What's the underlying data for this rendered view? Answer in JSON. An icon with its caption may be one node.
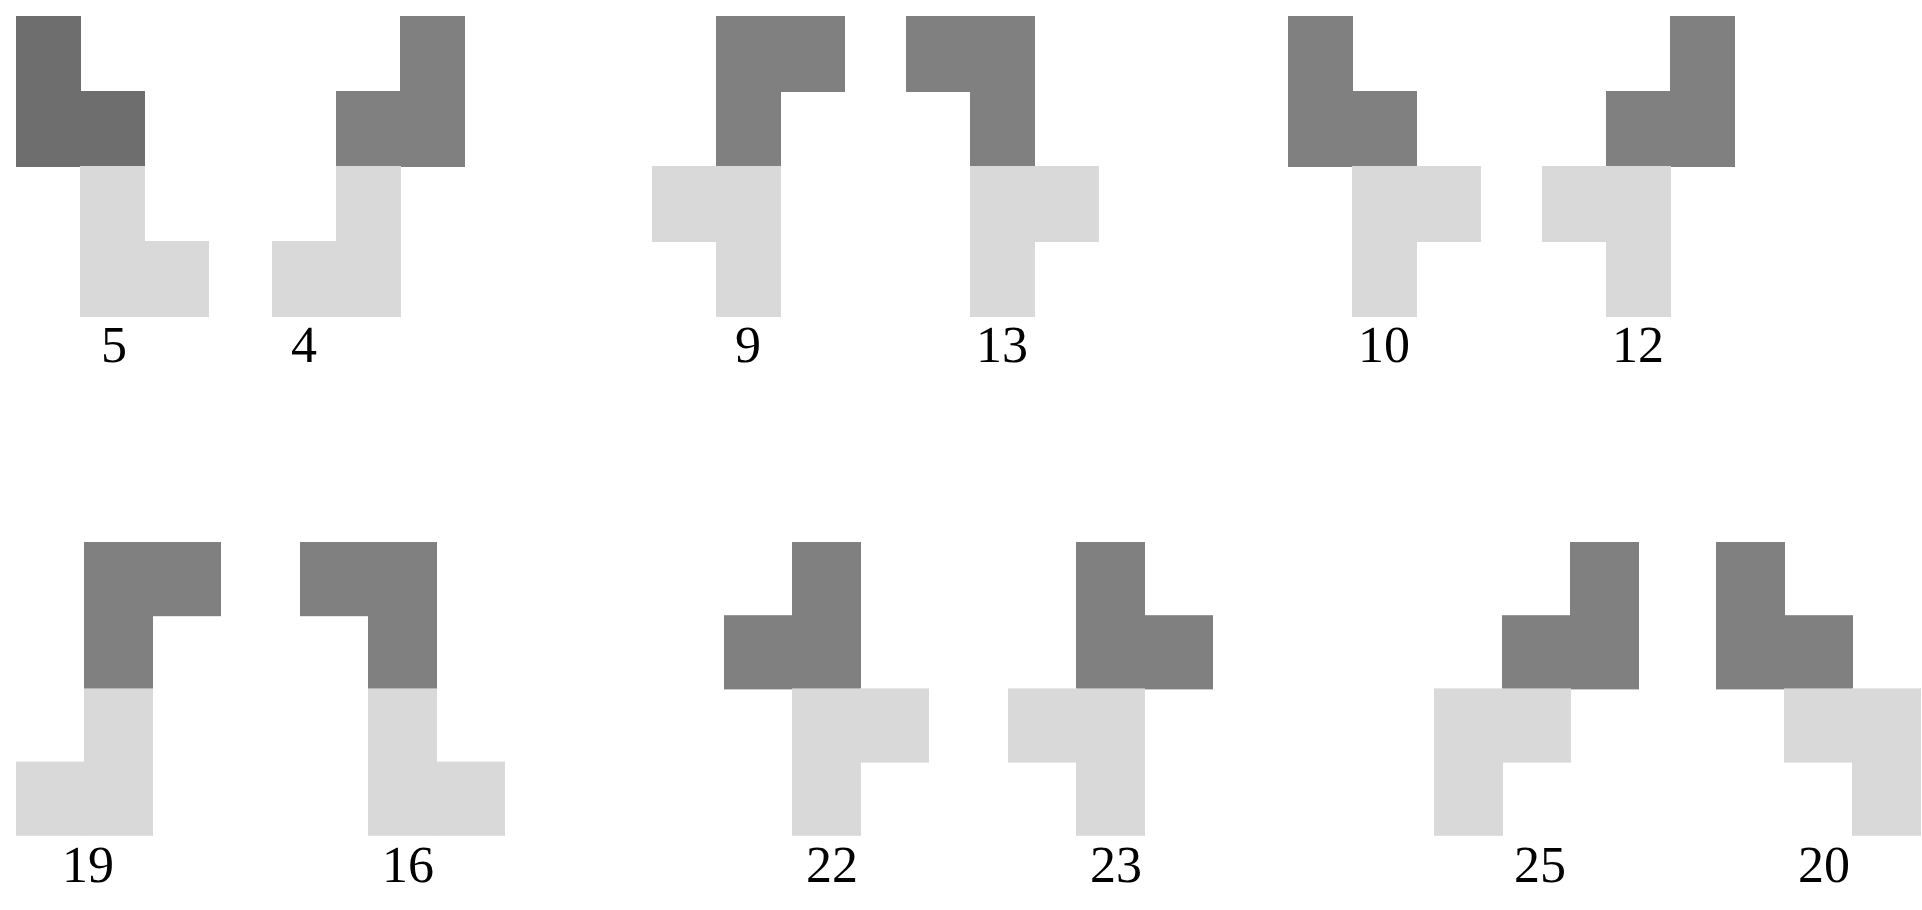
{
  "diagram": {
    "labels": [
      "5",
      "4",
      "9",
      "13",
      "10",
      "12",
      "19",
      "16",
      "22",
      "23",
      "25",
      "20"
    ]
  }
}
